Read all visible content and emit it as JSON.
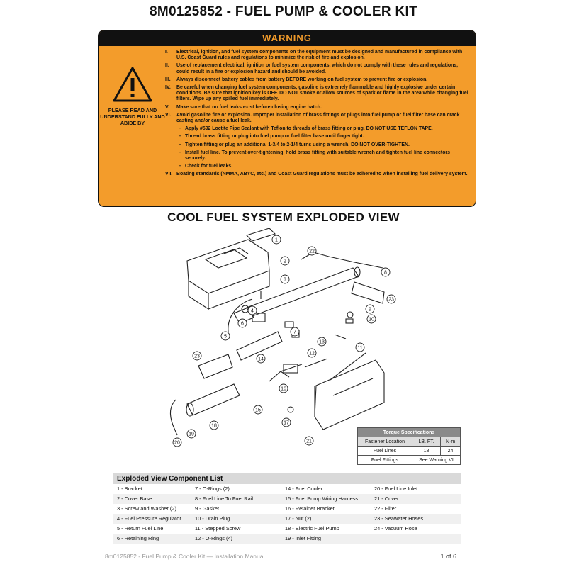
{
  "title": "8M0125852 - FUEL PUMP & COOLER KIT",
  "warning": {
    "header": "WARNING",
    "side_text": "PLEASE READ AND UNDERSTAND FULLY AND ABIDE BY",
    "items": [
      {
        "num": "I.",
        "text": "Electrical, ignition, and fuel system components on the equipment must be designed and manufactured in compliance with U.S. Coast Guard rules and regulations to minimize the risk of fire and explosion."
      },
      {
        "num": "II.",
        "text": "Use of replacement electrical, ignition or fuel system components, which do not comply with these rules and regulations, could result in a fire or explosion hazard and should be avoided."
      },
      {
        "num": "III.",
        "text": "Always disconnect battery cables from battery BEFORE working on fuel system to prevent fire or explosion."
      },
      {
        "num": "IV.",
        "text": "Be careful when changing fuel system components; gasoline is extremely flammable and highly explosive under certain conditions. Be sure that ignition key is OFF. DO NOT smoke or allow sources of spark or flame in the area while changing fuel filters. Wipe up any spilled fuel immediately."
      },
      {
        "num": "V.",
        "text": "Make sure that no fuel leaks exist before closing engine hatch."
      },
      {
        "num": "VI.",
        "text": "Avoid gasoline fire or explosion. Improper installation of brass fittings or plugs into fuel pump or fuel filter base can crack casting and/or cause a fuel leak."
      }
    ],
    "sub_items": [
      "Apply #592 Loctite Pipe Sealant with Teflon to threads of brass fitting or plug. DO NOT USE TEFLON TAPE.",
      "Thread brass fitting or plug into fuel pump or fuel filter base until finger tight.",
      "Tighten fitting or plug an additional 1-3/4 to 2-1/4 turns using a wrench. DO NOT OVER-TIGHTEN.",
      "Install fuel line. To prevent over-tightening, hold brass fitting with suitable wrench and tighten fuel line connectors securely.",
      "Check for fuel leaks."
    ],
    "last_item": {
      "num": "VII.",
      "text": "Boating standards (NMMA, ABYC, etc.) and Coast Guard regulations must be adhered to when installing fuel delivery system."
    },
    "dash": "–"
  },
  "exploded_title": "COOL FUEL SYSTEM EXPLODED VIEW",
  "callouts": [
    "1",
    "2",
    "3",
    "4",
    "5",
    "6",
    "7",
    "8",
    "9",
    "10",
    "11",
    "12",
    "13",
    "14",
    "15",
    "16",
    "17",
    "18",
    "19",
    "20",
    "21",
    "22",
    "23"
  ],
  "torque": {
    "title": "Torque Specifications",
    "headers": [
      "Fastener Location",
      "LB. FT.",
      "N·m"
    ],
    "rows": [
      {
        "loc": "Fuel Lines",
        "lbft": "18",
        "nm": "24"
      },
      {
        "loc": "Fuel Fittings",
        "spec": "See Warning VI"
      }
    ]
  },
  "components": {
    "title": "Exploded View Component List",
    "items": [
      "1 - Bracket",
      "7 - O-Rings (2)",
      "14 - Fuel Cooler",
      "20 - Fuel Line Inlet",
      "2 - Cover Base",
      "8 - Fuel Line To Fuel Rail",
      "15 - Fuel Pump Wiring Harness",
      "21 - Cover",
      "3 - Screw and Washer (2)",
      "9 - Gasket",
      "16 - Retainer Bracket",
      "22 - Filter",
      "4 - Fuel Pressure Regulator",
      "10 - Drain Plug",
      "17 - Nut (2)",
      "23 - Seawater Hoses",
      "5 - Return Fuel Line",
      "11 - Stepped Screw",
      "18 - Electric Fuel Pump",
      "24 - Vacuum Hose",
      "6 - Retaining Ring",
      "12 - O-Rings (4)",
      "19 - Inlet Fitting",
      ""
    ]
  },
  "footer": "8m0125852 - Fuel Pump & Cooler Kit — Installation Manual",
  "page": "1 of 6"
}
